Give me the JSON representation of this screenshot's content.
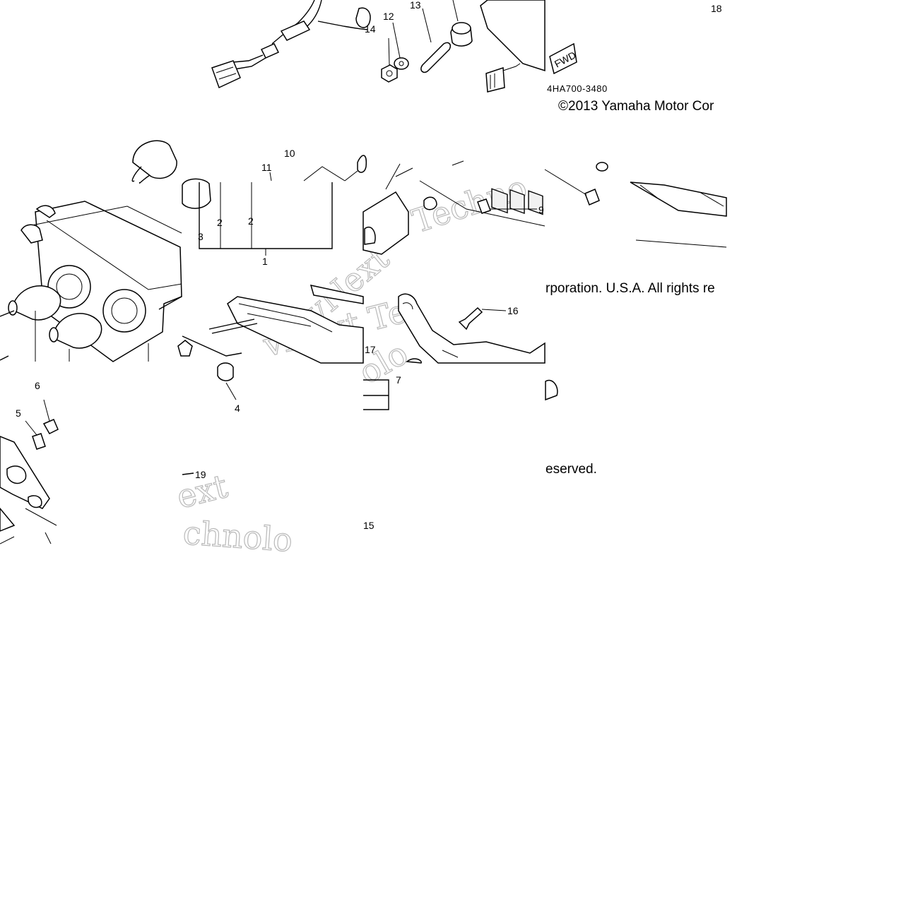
{
  "diagram": {
    "copyright": {
      "line1": "©2013 Yamaha Motor Cor",
      "line2": "rporation. U.S.A. All rights re",
      "line3": "eserved."
    },
    "drawing_code": "4HA700-3480",
    "fwd_mark": "FWD",
    "watermarks": [
      "vNext Te",
      "Techno",
      "vNext",
      "ext",
      "chnolo",
      "olo"
    ],
    "callouts": {
      "c1": "1",
      "c2a": "2",
      "c2b": "2",
      "c3": "3",
      "c4": "4",
      "c5": "5",
      "c6": "6",
      "c7": "7",
      "c9": "9",
      "c10": "10",
      "c11": "11",
      "c12": "12",
      "c13": "13",
      "c14": "14",
      "c15": "15",
      "c16": "16",
      "c17": "17",
      "c18": "18",
      "c19": "19"
    }
  }
}
